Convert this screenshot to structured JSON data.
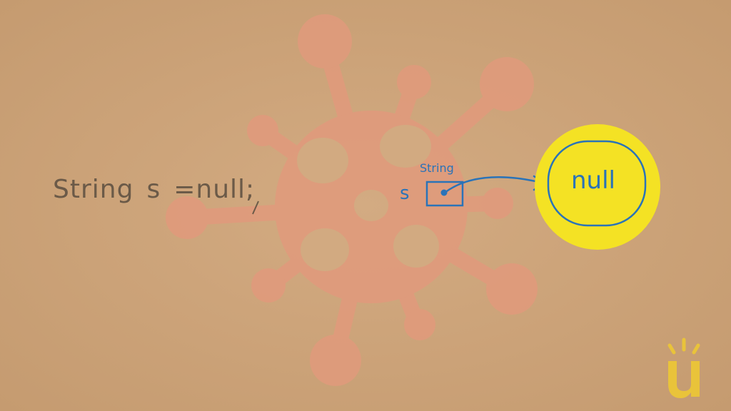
{
  "code": {
    "type_keyword": "String",
    "variable": "s",
    "operator": "=",
    "value": "null",
    "terminator": ";"
  },
  "diagram": {
    "variable_name": "s",
    "type_label": "String",
    "target_value": "null"
  },
  "colors": {
    "paper": "#cfa67c",
    "virus": "#e19a7c",
    "highlight": "#f4e224",
    "ink_blue": "#2a73b8",
    "pencil": "#6b5a48",
    "logo": "#e9c33a"
  },
  "icons": {
    "background": "virus-icon",
    "logo": "u-logo-icon"
  }
}
